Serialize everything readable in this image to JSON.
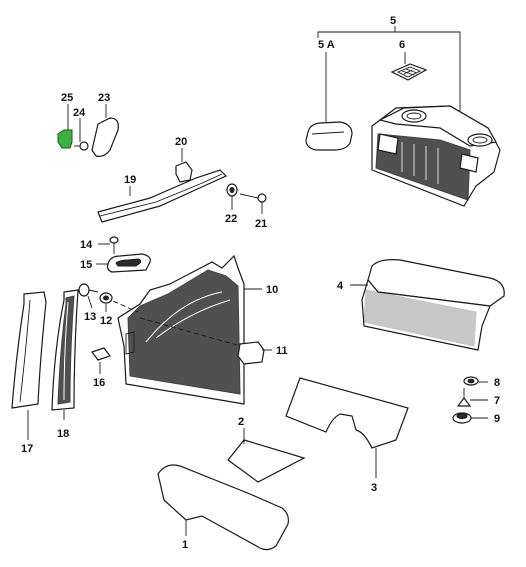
{
  "labels": {
    "p1": "1",
    "p2": "2",
    "p3": "3",
    "p4": "4",
    "p5": "5",
    "p5a": "5 A",
    "p6": "6",
    "p7": "7",
    "p8": "8",
    "p9": "9",
    "p10": "10",
    "p11": "11",
    "p12": "12",
    "p13": "13",
    "p14": "14",
    "p15": "15",
    "p16": "16",
    "p17": "17",
    "p18": "18",
    "p19": "19",
    "p20": "20",
    "p21": "21",
    "p22": "22",
    "p23": "23",
    "p24": "24",
    "p25": "25"
  },
  "colors": {
    "highlight": "#3cb043",
    "ink": "#1a1a1a"
  }
}
